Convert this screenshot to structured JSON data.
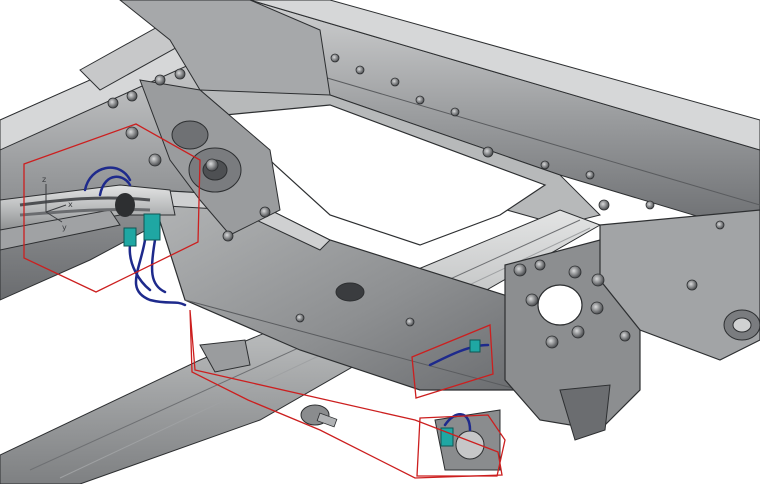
{
  "viewport": {
    "background": "#ffffff"
  },
  "colors": {
    "frame_dark": "#4e5053",
    "frame_mid": "#8a8c8e",
    "frame_light": "#b9bbbc",
    "frame_highlight": "#d6d7d8",
    "edge": "#2d2f31",
    "bolt": "#5b5d60",
    "hose_blue": "#1e2a8c",
    "connector_teal": "#1fa7a3",
    "selection_red": "#cc1f1f"
  },
  "axis_triad": {
    "labels": [
      "x",
      "y",
      "z"
    ]
  },
  "selection_regions": [
    "harness-region-left",
    "harness-region-center",
    "harness-region-right",
    "sensor-region-bottom"
  ],
  "components": [
    "chassis-frame",
    "cross-member",
    "suspension-bracket",
    "exhaust-pipe",
    "wiring-harness",
    "sensor-connector"
  ]
}
